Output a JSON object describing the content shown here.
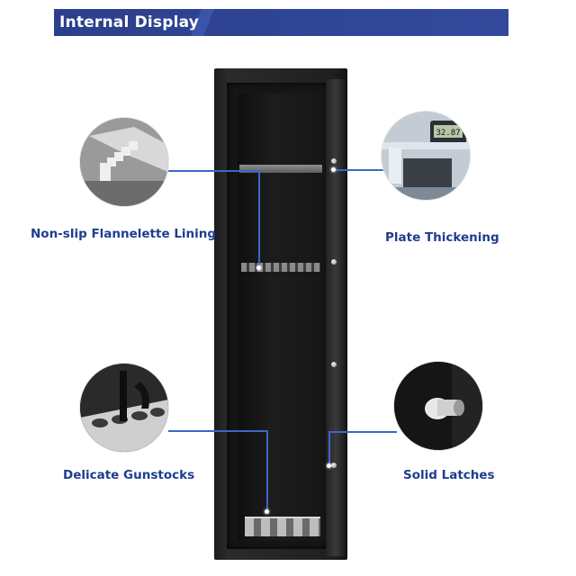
{
  "header": {
    "title": "Internal Display"
  },
  "callouts": {
    "lining": "Non-slip Flannelette Lining",
    "plate": "Plate Thickening",
    "gunstocks": "Delicate Gunstocks",
    "latches": "Solid Latches"
  },
  "caliper_reading": "32.87",
  "colors": {
    "brand_blue": "#2f4595",
    "label_blue": "#1f3d8f",
    "safe_black": "#1a1a1a"
  }
}
